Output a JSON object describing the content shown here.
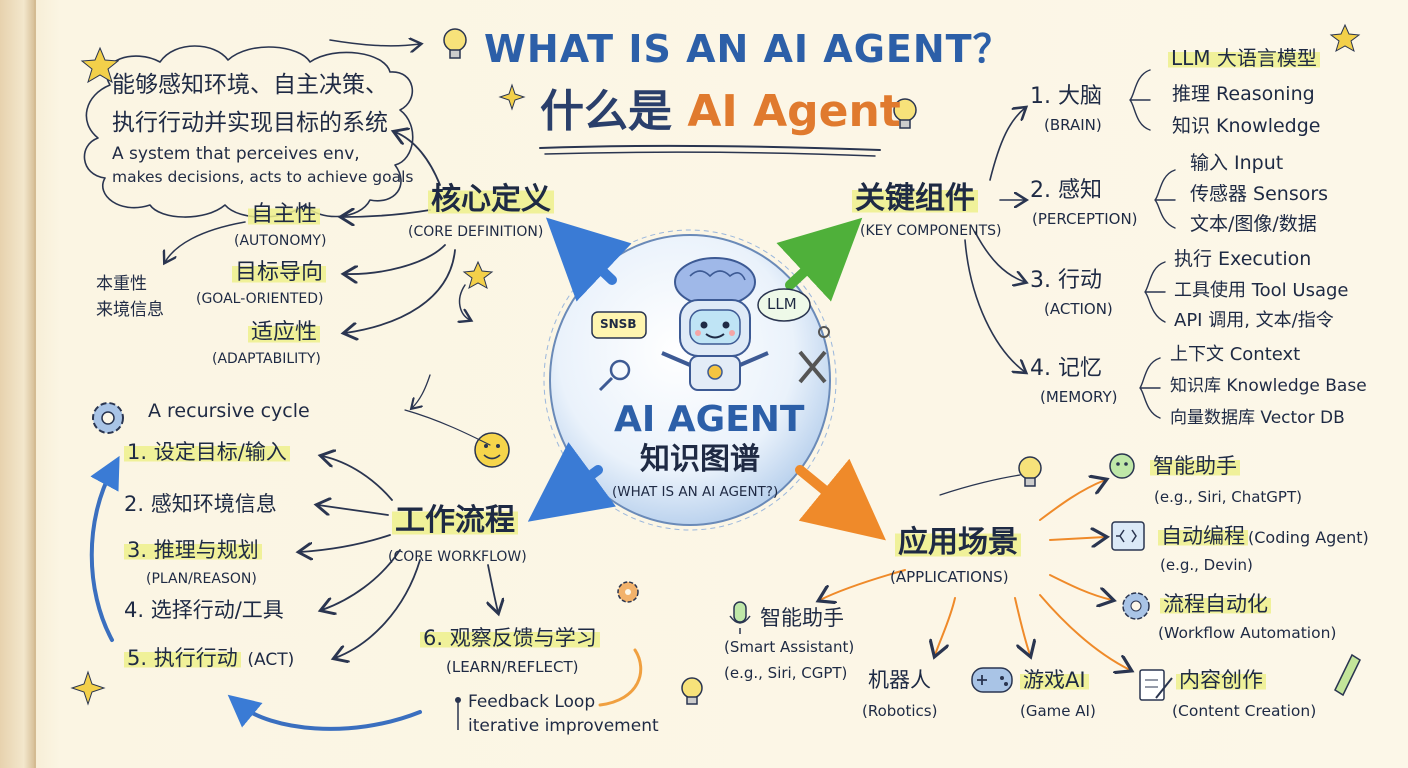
{
  "title": {
    "en": "WHAT IS AN AI AGENT？",
    "cn_prefix": "什么是 ",
    "cn_highlight": "AI Agent"
  },
  "center": {
    "title": "AI AGENT",
    "cn": "知识图谱",
    "sub": "(WHAT IS AN AI AGENT?)",
    "badge_left": "SNSB",
    "badge_right": "LLM"
  },
  "definition": {
    "cn_line1": "能够感知环境、自主决策、",
    "cn_line2": "执行行动并实现目标的系统",
    "en_line1": "A system that perceives env,",
    "en_line2": "makes decisions, acts to achieve goals",
    "node_cn": "核心定义",
    "node_en": "(CORE DEFINITION)",
    "traits": [
      {
        "cn": "自主性",
        "en": "(AUTONOMY)"
      },
      {
        "cn": "目标导向",
        "en": "(GOAL-ORIENTED)"
      },
      {
        "cn": "适应性",
        "en": "(ADAPTABILITY)"
      }
    ],
    "side_note_line1": "本重性",
    "side_note_line2": "来境信息"
  },
  "components": {
    "node_cn": "关键组件",
    "node_en": "(KEY COMPONENTS)",
    "groups": [
      {
        "cn": "1. 大脑",
        "en": "(BRAIN)",
        "items": [
          "LLM 大语言模型",
          "推理 Reasoning",
          "知识 Knowledge"
        ]
      },
      {
        "cn": "2. 感知",
        "en": "(PERCEPTION)",
        "items": [
          "输入 Input",
          "传感器 Sensors",
          "文本/图像/数据"
        ]
      },
      {
        "cn": "3. 行动",
        "en": "(ACTION)",
        "items": [
          "执行 Execution",
          "工具使用 Tool Usage",
          "API 调用, 文本/指令"
        ]
      },
      {
        "cn": "4. 记忆",
        "en": "(MEMORY)",
        "items": [
          "上下文 Context",
          "知识库 Knowledge Base",
          "向量数据库 Vector DB"
        ]
      }
    ]
  },
  "workflow": {
    "node_cn": "工作流程",
    "node_en": "(CORE WORKFLOW)",
    "cycle_label": "A recursive cycle",
    "steps": [
      {
        "cn": "1. 设定目标/输入",
        "en": ""
      },
      {
        "cn": "2. 感知环境信息",
        "en": ""
      },
      {
        "cn": "3. 推理与规划",
        "en": "(PLAN/REASON)"
      },
      {
        "cn": "4. 选择行动/工具",
        "en": ""
      },
      {
        "cn": "5. 执行行动",
        "en": "(ACT)"
      }
    ],
    "step6_cn": "6. 观察反馈与学习",
    "step6_en": "(LEARN/REFLECT)",
    "feedback1": "Feedback Loop",
    "feedback2": "iterative improvement"
  },
  "applications": {
    "node_cn": "应用场景",
    "node_en": "(APPLICATIONS)",
    "right": [
      {
        "cn": "智能助手",
        "en": "(e.g., Siri, ChatGPT)"
      },
      {
        "cn": "自动编程",
        "en_inline": "(Coding Agent)",
        "en": "(e.g., Devin)"
      },
      {
        "cn": "流程自动化",
        "en": "(Workflow Automation)"
      },
      {
        "cn": "内容创作",
        "en": "(Content Creation)"
      }
    ],
    "bottom": [
      {
        "cn": "智能助手",
        "en": "(Smart Assistant)",
        "en2": "(e.g., Siri, CGPT)"
      },
      {
        "cn": "机器人",
        "en": "(Robotics)"
      },
      {
        "cn": "游戏AI",
        "en": "(Game AI)"
      }
    ]
  },
  "colors": {
    "ink": "#1f2a44",
    "blue": "#2c5fa8",
    "orange": "#e07a2e",
    "green": "#5fae3e",
    "highlight": "#eef08c",
    "paper": "#fcf7e8"
  }
}
